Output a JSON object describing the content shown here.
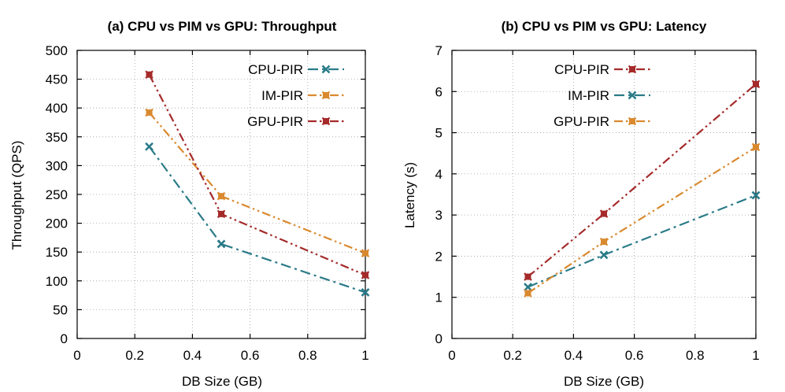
{
  "chart_data": [
    {
      "type": "line",
      "title": "(a) CPU vs PIM vs GPU: Throughput",
      "xlabel": "DB Size (GB)",
      "ylabel": "Throughput (QPS)",
      "xlim": [
        0,
        1
      ],
      "ylim": [
        0,
        500
      ],
      "xticks": [
        0,
        0.2,
        0.4,
        0.6,
        0.8,
        1
      ],
      "xtick_labels": [
        "0",
        "0.2",
        "0.4",
        "0.6",
        "0.8",
        "1"
      ],
      "yticks": [
        0,
        50,
        100,
        150,
        200,
        250,
        300,
        350,
        400,
        450,
        500
      ],
      "ytick_labels": [
        "0",
        "50",
        "100",
        "150",
        "200",
        "250",
        "300",
        "350",
        "400",
        "450",
        "500"
      ],
      "grid": true,
      "legend_position": "top-right",
      "x": [
        0.25,
        0.5,
        1
      ],
      "series": [
        {
          "name": "CPU-PIR",
          "values": [
            333,
            164,
            80
          ],
          "color": "#2a7b88",
          "marker": "x",
          "dash": "dash-dot"
        },
        {
          "name": "IM-PIR",
          "values": [
            392,
            247,
            148
          ],
          "color": "#d98a2f",
          "marker": "filled-x",
          "dash": "dash-dot-dot"
        },
        {
          "name": "GPU-PIR",
          "values": [
            458,
            216,
            110
          ],
          "color": "#a52a2a",
          "marker": "filled-x",
          "dash": "dash-dot-dot"
        }
      ]
    },
    {
      "type": "line",
      "title": "(b) CPU vs PIM vs GPU: Latency",
      "xlabel": "DB Size (GB)",
      "ylabel": "Latency (s)",
      "xlim": [
        0,
        1
      ],
      "ylim": [
        0,
        7
      ],
      "xticks": [
        0,
        0.2,
        0.4,
        0.6,
        0.8,
        1
      ],
      "xtick_labels": [
        "0",
        "0.2",
        "0.4",
        "0.6",
        "0.8",
        "1"
      ],
      "yticks": [
        0,
        1,
        2,
        3,
        4,
        5,
        6,
        7
      ],
      "ytick_labels": [
        "0",
        "1",
        "2",
        "3",
        "4",
        "5",
        "6",
        "7"
      ],
      "grid": true,
      "legend_position": "top-left",
      "x": [
        0.25,
        0.5,
        1
      ],
      "series": [
        {
          "name": "CPU-PIR",
          "values": [
            1.5,
            3.03,
            6.18
          ],
          "color": "#a52a2a",
          "marker": "filled-x",
          "dash": "dash-dot-dot"
        },
        {
          "name": "IM-PIR",
          "values": [
            1.25,
            2.03,
            3.48
          ],
          "color": "#2a7b88",
          "marker": "x",
          "dash": "dash-dot"
        },
        {
          "name": "GPU-PIR",
          "values": [
            1.1,
            2.35,
            4.65
          ],
          "color": "#d98a2f",
          "marker": "filled-x",
          "dash": "dash-dot-dot"
        }
      ]
    }
  ]
}
